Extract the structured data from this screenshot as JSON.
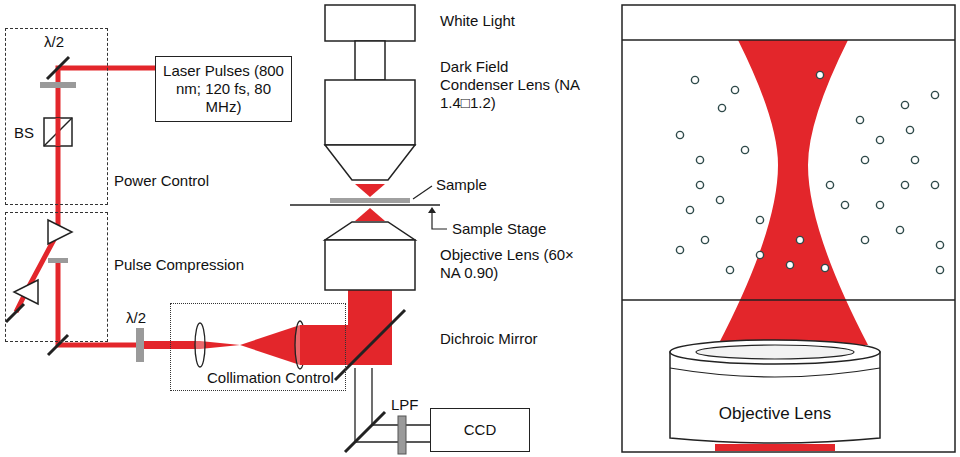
{
  "diagram": {
    "nodes": [
      {
        "text": [
          "Laser Pulses (800 nm; 120 fs, 80 MHz)"
        ]
      },
      {
        "text": [
          "Power Control"
        ]
      },
      {
        "text": [
          "Pulse Compression"
        ]
      },
      {
        "text": [
          "Collimation Control"
        ]
      },
      {
        "text": [
          "CCD"
        ]
      },
      {
        "text": [
          "Objective Lens"
        ]
      }
    ],
    "labels": [
      "λ/2",
      "BS",
      "λ/2",
      "White Light",
      "Dark Field Condenser Lens (NA 1.4□1.2)",
      "Sample",
      "Sample Stage",
      "Objective Lens (60× NA 0.90)",
      "Dichroic Mirror",
      "LPF"
    ]
  }
}
